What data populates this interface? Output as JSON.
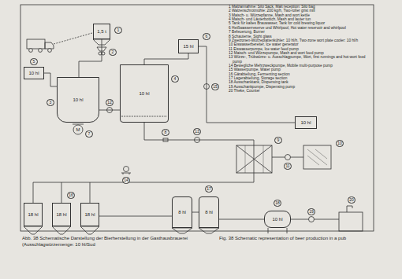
{
  "diagram": {
    "caption": "Abb. 38 Schematische Darstellung der Bierherstellung in der Gasthausbrauerei (Ausschlagwürzemenge: 10 hl/Sud",
    "nodes": [
      {
        "text": [
          "1,5 t"
        ]
      },
      {
        "text": [
          "10 hl"
        ]
      },
      {
        "text": [
          "10 hl"
        ]
      },
      {
        "text": [
          "10 hl"
        ]
      },
      {
        "text": [
          "15 hl"
        ]
      },
      {
        "text": [
          "10 hl"
        ]
      },
      {
        "text": [
          "18 hl"
        ]
      },
      {
        "text": [
          "18 hl"
        ]
      },
      {
        "text": [
          "18 hl"
        ]
      },
      {
        "text": [
          "8 hl"
        ]
      },
      {
        "text": [
          "8 hl"
        ]
      },
      {
        "text": [
          "10 hl"
        ]
      }
    ],
    "edges": [
      {
        "from": 0,
        "to": 2,
        "arrow": "none"
      },
      {
        "from": 1,
        "to": 2,
        "arrow": "none"
      },
      {
        "from": 2,
        "to": 3,
        "arrow": "none"
      },
      {
        "from": 4,
        "to": 3,
        "arrow": "none"
      },
      {
        "from": 5,
        "to": 4,
        "arrow": "none"
      },
      {
        "from": 3,
        "to": 8,
        "arrow": "none"
      },
      {
        "from": 8,
        "to": 9,
        "arrow": "none"
      },
      {
        "from": 9,
        "to": 10,
        "arrow": "none"
      },
      {
        "from": 10,
        "to": 11,
        "arrow": "none"
      }
    ],
    "labels": [
      "1 Malzannahme: Silo Sack, Malt reception: Silo bag",
      "2 Walzenschrotmühle: 200 kg/h, Two-roller grist mill",
      "3 Maisch- u. Würzepfanne, Mash and wort kettle",
      "4 Maisch- und Läuterbottich, Mash and lauter tun",
      "5 Tank für kaltes Brauwasser, Tank for cold brewing liquor",
      "6 Heißwasserreserve und Whirlpool, Hot water reservoir and whirlpool",
      "7 Befeuerung, Burner",
      "8 Schauterne, Sight glass",
      "9 Zweizonen-Würzeplattenkühler: 10 hl/h, Two-zone wort plate cooler: 10 hl/h",
      "10 Eiswasserbereiter, Ice water generator",
      "11 Eiswasserpumpe, Ice water feed pump",
      "12 Maisch- und Würzepumpe, Mash and wort feed pump",
      "13 Würze-, Trübwürze- u. Ausschlagpumpe, Wort, first runnings and hot-wort feed pump",
      "14 Bewegliche Mehrzweckpumpe, Mobile multi-purpose pump",
      "15 Wasserpumpe, Water pump",
      "16 Gärabteilung, Fermenting section",
      "17 Lagerabteilung, Storage section",
      "18 Ausschanktank, Dispensing tank",
      "19 Ausschankpumpe, Dispensing pump",
      "20 Theke, Counter",
      "Fig. 38 Schematic representation of beer production in a pub",
      "M",
      "1",
      "2",
      "3",
      "4",
      "5",
      "6",
      "7",
      "8",
      "9",
      "10",
      "11",
      "12",
      "13",
      "14",
      "15",
      "16",
      "17",
      "18",
      "19",
      "20"
    ]
  }
}
